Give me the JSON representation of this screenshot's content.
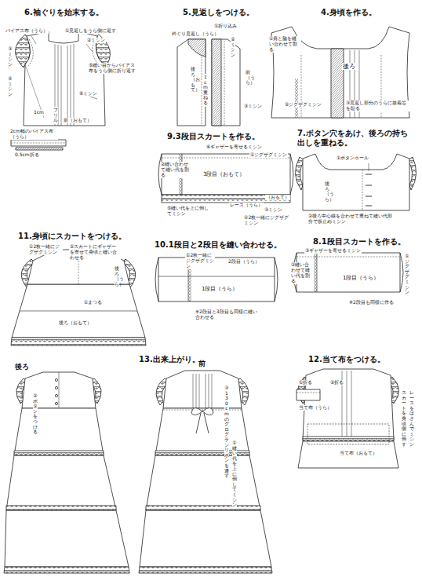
{
  "diagram": {
    "labels": [
      "6.袖ぐりを始末する。",
      "5.見返しをつける。",
      "4.身頃を作る。",
      "バイアス布（うら）",
      "①見返しをうら側に返す",
      "②ミシン",
      "③ミシン",
      "④ミシン",
      "⑤縫い目からバイアス布をうら側に折り返す",
      "⑥ミシン",
      "フリル",
      "前（おもて）",
      "1cm",
      "2cm幅のバイアス布（うら）",
      "0.5cm折る",
      "衿ぐり見返し（うら）",
      "①折り込み",
      "②ミシン",
      "後ろ（おもて）",
      "1cm重ねる",
      "前（うら）",
      "③ミシン",
      "①肩と脇を縫い合わせて割る",
      "後ろ",
      "②ジグザグミシン",
      "③見返し部分のうらに接着芯を貼る",
      "9.3段目スカートを作る。",
      "⑥ギャザーを寄せるミシン",
      "①ジグザグミシン",
      "②縫い合わせて縫い代を割る",
      "3段目（おもて）",
      "（おもて）",
      "レース（うら）",
      "③ミシン",
      "⑤縫い代を上に倒してミシン",
      "④2枚一緒にジグザグミシン",
      "7.ボタン穴をあけ、後ろの持ち出しを重ねる。",
      "①ボタンホール",
      "後ろ（うら）",
      "②後ろ中心線を合わせて重ねて縫い代部分で仮止めミシン",
      "11.身頃にスカートをつける。",
      "①2枚一緒にジグザグミシン",
      "②スカートにギャザーを寄せて身頃と縫い合わせる",
      "後ろ（うら）",
      "①まつる",
      "後ろ（おもて）",
      "10.1段目と2段目を縫い合わせる。",
      "①2枚一緒にジグザグミシン",
      "2段目（うら）",
      "1段目（うら）",
      "※2段目と3段目も同様に縫い合わせる",
      "8.1段目スカートを作る。",
      "③ギャザーを寄せるミシン",
      "①ジグザグミシン",
      "②縫い合わせて縫い代を割る",
      "1段目（うら）",
      "※2段目も同様に作る",
      "13.出来上がり。",
      "後ろ",
      "前",
      "②ボタンをつける",
      "③130cmのグログランリボンを通す",
      "①縫い代を上に倒してミシン",
      "12.当て布をつける。",
      "①折る",
      "②折る",
      "当て布（うら）",
      "当て布（おもて）",
      "レースをはさんでミシン",
      "スカートを身頃側に倒す"
    ]
  }
}
